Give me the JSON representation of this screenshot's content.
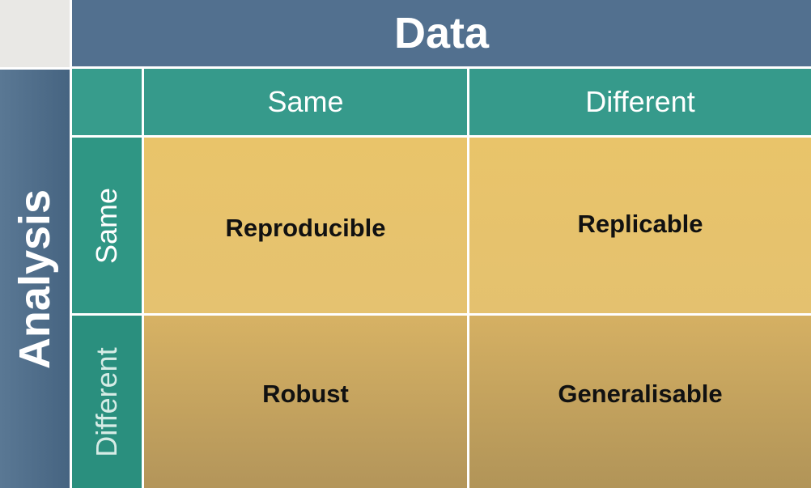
{
  "matrix": {
    "column_header": "Data",
    "row_header": "Analysis",
    "columns": [
      "Same",
      "Different"
    ],
    "rows": [
      "Same",
      "Different"
    ],
    "cells": {
      "same_data_same_analysis": "Reproducible",
      "different_data_same_analysis": "Replicable",
      "same_data_different_analysis": "Robust",
      "different_data_different_analysis": "Generalisable"
    }
  },
  "colors": {
    "header_blue": "#52708f",
    "header_teal": "#369a8b",
    "cell_gold": "#e9c46a"
  }
}
